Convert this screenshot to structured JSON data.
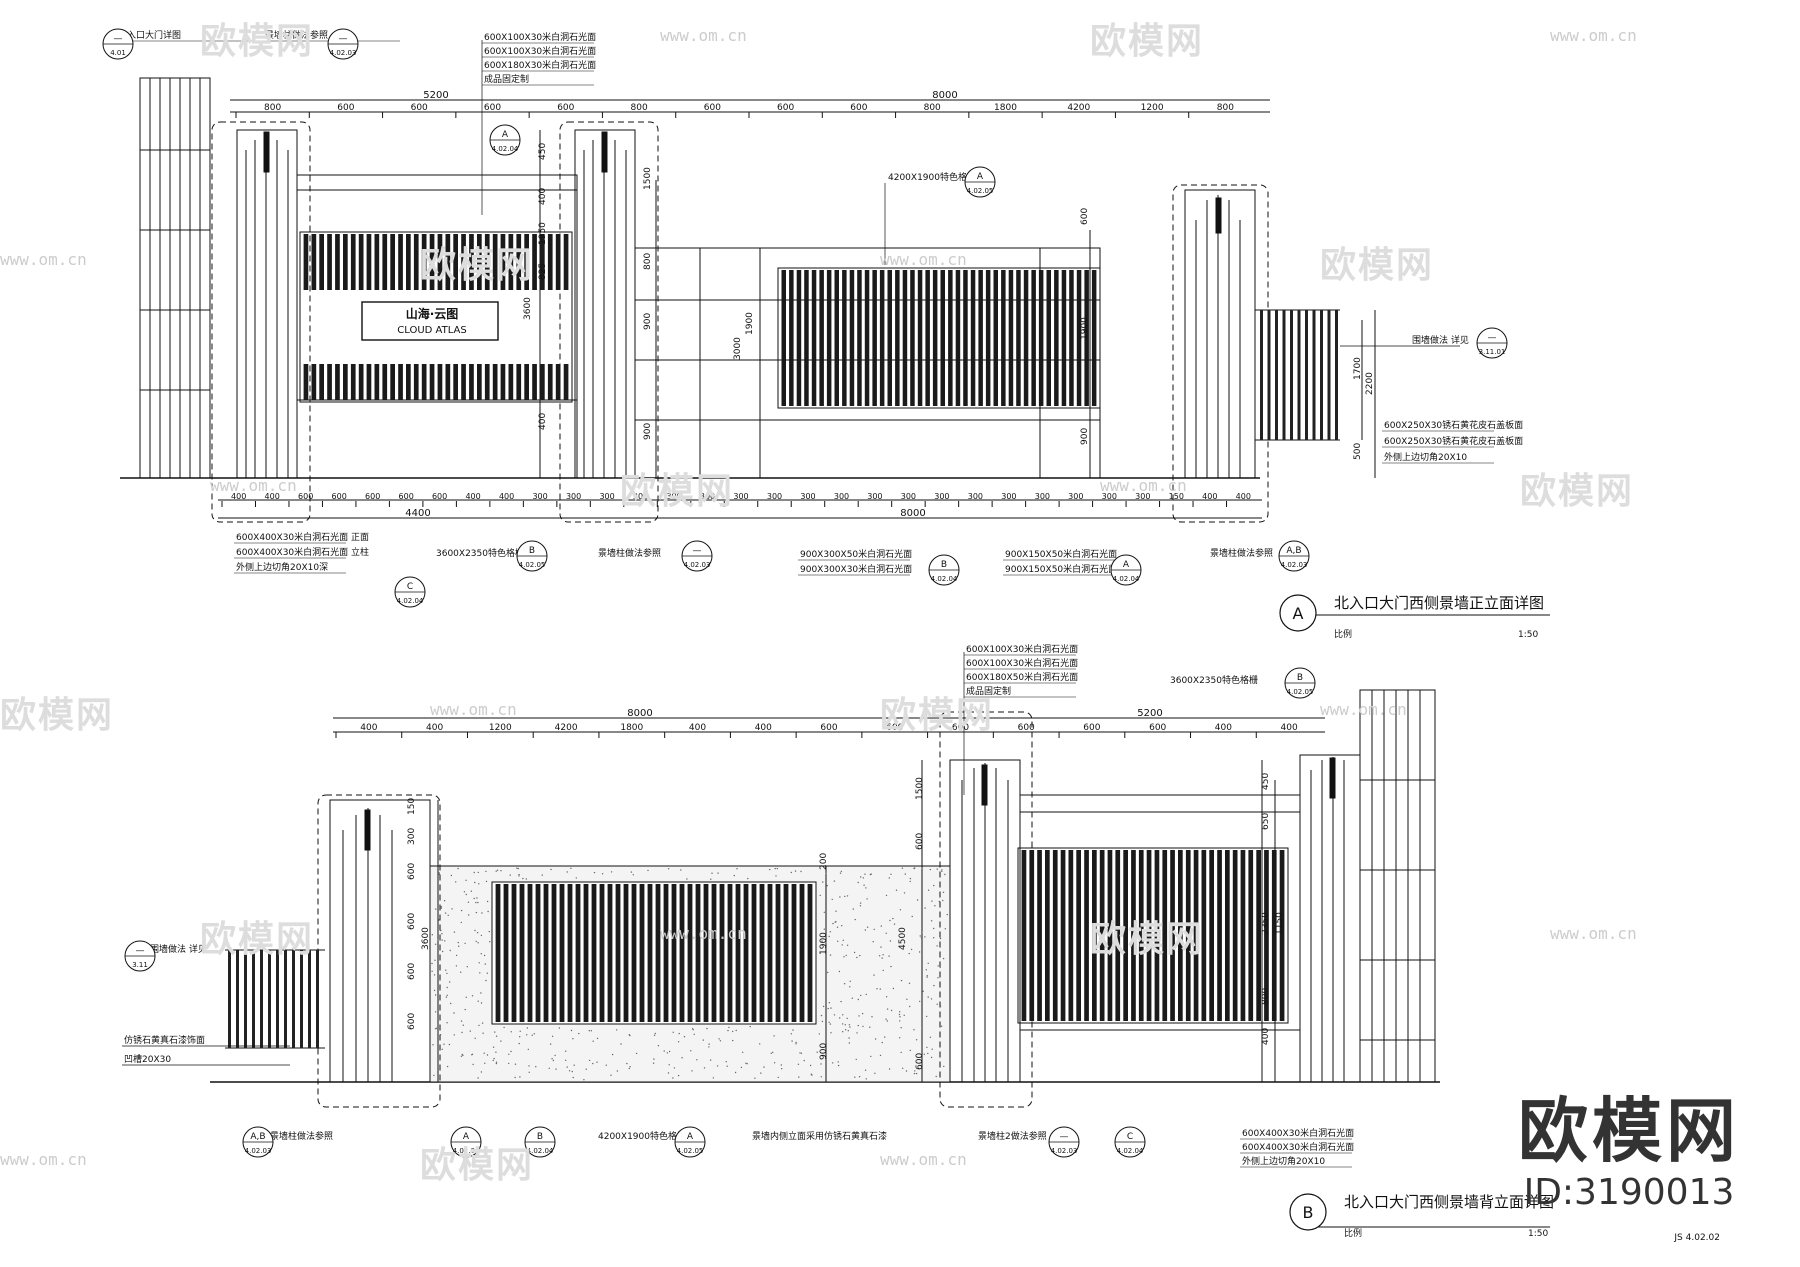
{
  "drawing": {
    "sheet_number": "JS 4.02.02",
    "elevation_a": {
      "tag": "A",
      "title": "北入口大门西侧景墙正立面详图",
      "scale_label": "比例",
      "scale_value": "1:50",
      "logo_cn": "山海·云图",
      "logo_en": "CLOUD ATLAS",
      "top_dims": [
        "800",
        "600",
        "600",
        "600",
        "600",
        "800",
        "600",
        "600",
        "600",
        "800",
        "1800",
        "4200",
        "1200",
        "800"
      ],
      "top_totals": [
        "5200",
        "8000"
      ],
      "bottom_dims": [
        "400",
        "400",
        "600",
        "600",
        "600",
        "600",
        "600",
        "400",
        "400",
        "300",
        "300",
        "300",
        "300",
        "300",
        "300",
        "300",
        "300",
        "300",
        "300",
        "300",
        "300",
        "300",
        "300",
        "300",
        "300",
        "300",
        "300",
        "300",
        "150",
        "400",
        "400"
      ],
      "bottom_totals": [
        "4400",
        "8000"
      ],
      "notes": {
        "top_group": [
          "600X100X30米白洞石光面",
          "600X100X30米白洞石光面",
          "600X180X30米白洞石光面",
          "成品固定制"
        ],
        "grille": "4200X1900特色格栅",
        "fence_ref": "围墙做法 详见",
        "right_group": [
          "600X250X30锈石黄花皮石盖板面",
          "600X250X30锈石黄花皮石盖板面",
          "外侧上边切角20X10"
        ],
        "left_bottom": [
          "600X400X30米白洞石光面 正面",
          "600X400X30米白洞石光面 立柱",
          "外侧上边切角20X10深"
        ],
        "grille_b": "3600X2350特色格栅",
        "pillar_ref_1": "景墙柱做法参照",
        "mid_bottom": [
          "900X300X50米白洞石光面",
          "900X300X30米白洞石光面"
        ],
        "mid_bottom_2": [
          "900X150X50米白洞石光面",
          "900X150X50米白洞石光面"
        ],
        "pillar_ref_2": "景墙柱做法参照",
        "top_left_a": "北入口大门详图",
        "top_left_b": "景墙柱做法参照"
      },
      "callouts": [
        {
          "letter": "—",
          "ref": "4.01"
        },
        {
          "letter": "—",
          "ref": "4.02.03"
        },
        {
          "letter": "A",
          "ref": "4.02.04"
        },
        {
          "letter": "A",
          "ref": "4.02.05"
        },
        {
          "letter": "—",
          "ref": "3.11.01"
        },
        {
          "letter": "C",
          "ref": "4.02.04"
        },
        {
          "letter": "B",
          "ref": "4.02.05"
        },
        {
          "letter": "—",
          "ref": "4.02.03"
        },
        {
          "letter": "B",
          "ref": "4.02.04"
        },
        {
          "letter": "A",
          "ref": "4.02.04"
        },
        {
          "letter": "A,B",
          "ref": "4.02.03"
        }
      ]
    },
    "elevation_b": {
      "tag": "B",
      "title": "北入口大门西侧景墙背立面详图",
      "scale_label": "比例",
      "scale_value": "1:50",
      "top_dims": [
        "400",
        "400",
        "1200",
        "4200",
        "1800",
        "400",
        "400",
        "600",
        "600",
        "600",
        "600",
        "600",
        "600",
        "400",
        "400"
      ],
      "top_totals": [
        "8000",
        "5200"
      ],
      "notes": {
        "top_group": [
          "600X100X30米白洞石光面",
          "600X100X30米白洞石光面",
          "600X180X50米白洞石光面",
          "成品固定制"
        ],
        "grille": "3600X2350特色格栅",
        "fence_ref": "围墙做法 详见",
        "stone_note": "仿锈石黄真石漆饰面",
        "groove": "凹槽20X30",
        "pillar_ref": "景墙柱做法参照",
        "grille_b": "4200X1900特色格栅",
        "inner_side": "景墙内侧立面采用仿锈石黄真石漆",
        "pillar_ref_2": "景墙柱2做法参照",
        "right_bottom": [
          "600X400X30米白洞石光面",
          "600X400X30米白洞石光面",
          "外侧上边切角20X10"
        ]
      },
      "callouts": [
        {
          "letter": "—",
          "ref": "3.11"
        },
        {
          "letter": "A,B",
          "ref": "4.02.03"
        },
        {
          "letter": "A",
          "ref": "4.02.04"
        },
        {
          "letter": "B",
          "ref": "4.02.04"
        },
        {
          "letter": "A",
          "ref": "4.02.05"
        },
        {
          "letter": "—",
          "ref": "4.02.03"
        },
        {
          "letter": "C",
          "ref": "4.02.04"
        },
        {
          "letter": "B",
          "ref": "4.02.05"
        }
      ]
    }
  },
  "watermark": {
    "brand": "欧模网",
    "url": "www.om.cn",
    "id_label": "ID:3190013"
  }
}
